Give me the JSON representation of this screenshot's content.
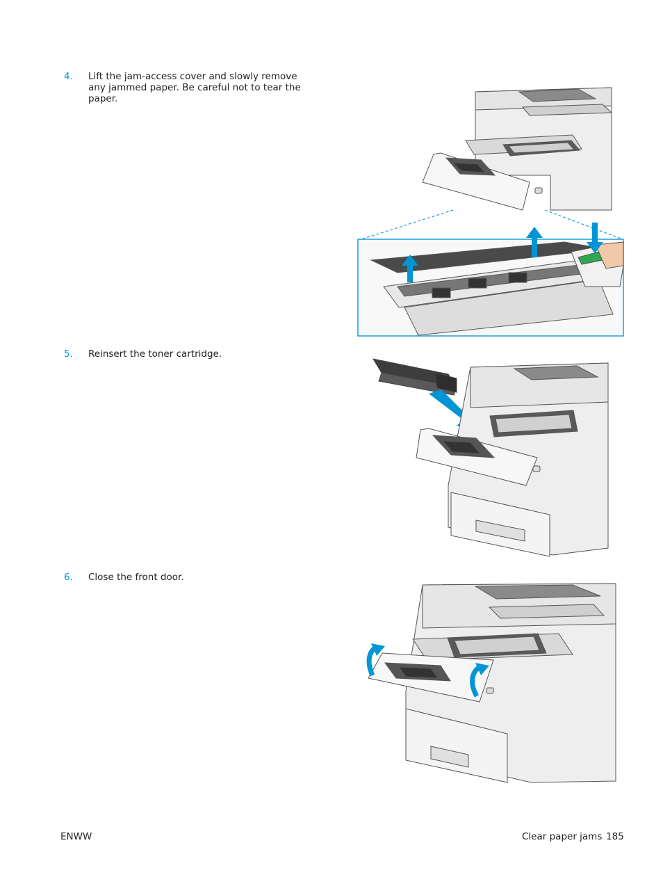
{
  "steps": [
    {
      "number": "4.",
      "text": "Lift the jam-access cover and slowly remove any jammed paper. Be careful not to tear the paper."
    },
    {
      "number": "5.",
      "text": "Reinsert the toner cartridge."
    },
    {
      "number": "6.",
      "text": "Close the front door."
    }
  ],
  "footer": {
    "left": "ENWW",
    "section": "Clear paper jams",
    "page": "185"
  },
  "colors": {
    "accent": "#0096d6",
    "highlight_border": "#1aa0dc",
    "grip_green": "#2fa84f"
  }
}
